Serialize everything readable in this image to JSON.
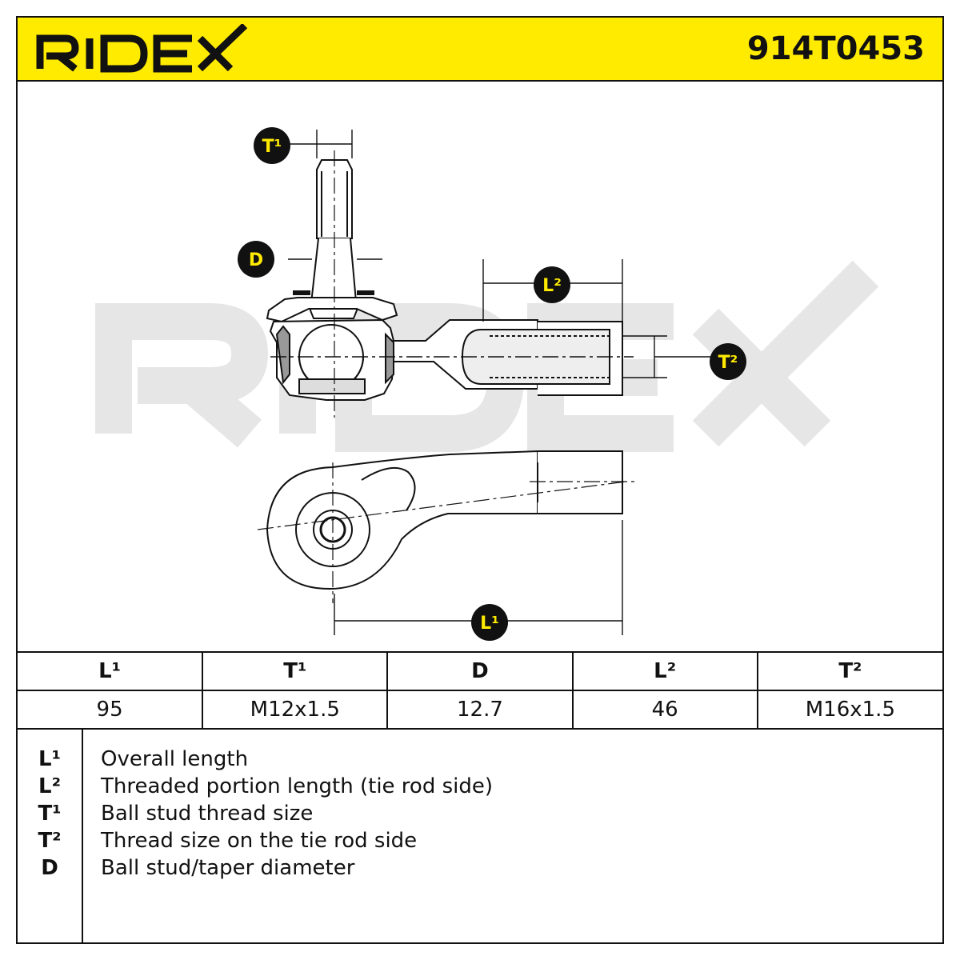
{
  "brand": {
    "logo_text": "RIDEX",
    "part_number": "914T0453",
    "header_color": "#ffeb00"
  },
  "drawing": {
    "watermark_text": "RIDEX",
    "badges": {
      "t1": "T¹",
      "d": "D",
      "l2": "L²",
      "t2": "T²",
      "l1": "L¹"
    }
  },
  "specs": {
    "headers": [
      "L¹",
      "T¹",
      "D",
      "L²",
      "T²"
    ],
    "values": [
      "95",
      "M12x1.5",
      "12.7",
      "46",
      "M16x1.5"
    ]
  },
  "legend": [
    {
      "symbol": "L¹",
      "description": "Overall length"
    },
    {
      "symbol": "L²",
      "description": "Threaded portion length (tie rod side)"
    },
    {
      "symbol": "T¹",
      "description": "Ball stud thread size"
    },
    {
      "symbol": "T²",
      "description": "Thread size on the tie rod side"
    },
    {
      "symbol": "D",
      "description": "Ball stud/taper diameter"
    }
  ]
}
